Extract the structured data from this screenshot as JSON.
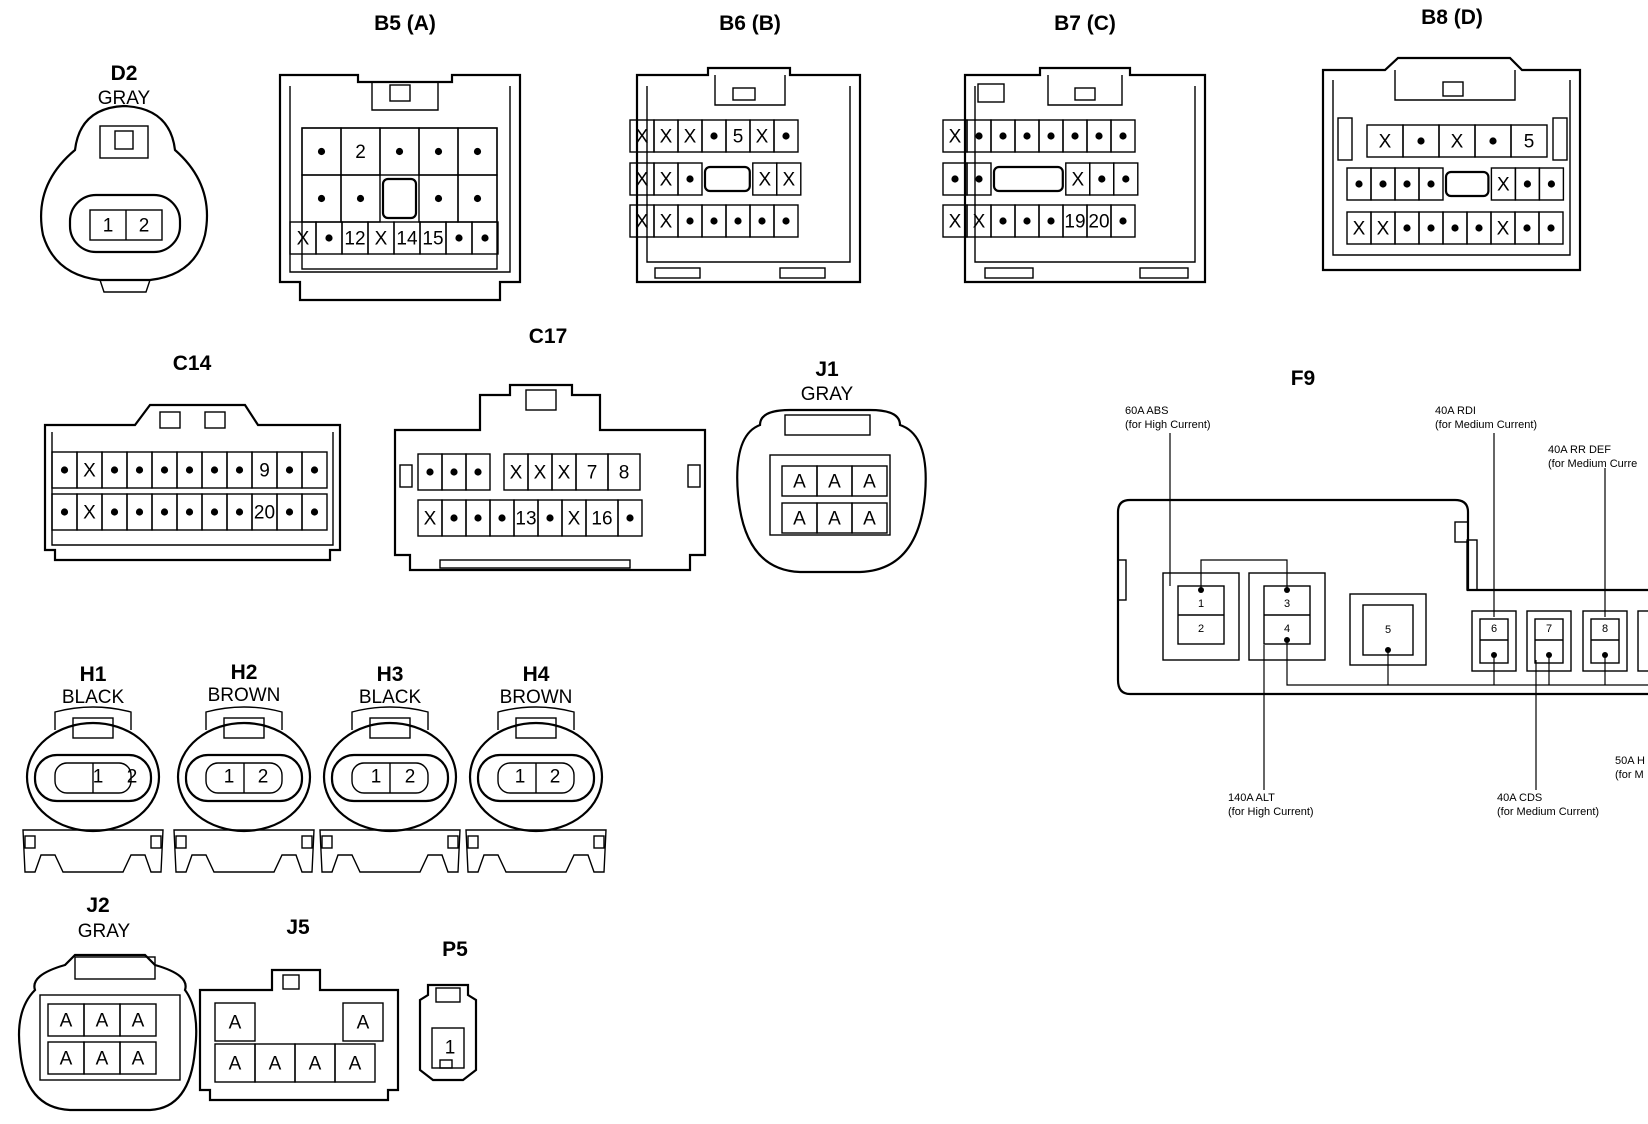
{
  "connectors": {
    "d2": {
      "title": "D2",
      "color": "GRAY",
      "pins": [
        "1",
        "2"
      ]
    },
    "b5": {
      "title": "B5 (A)",
      "rows": [
        [
          "•",
          "2",
          "•",
          "•",
          "•"
        ],
        [
          "•",
          "•",
          "",
          "•",
          "•"
        ],
        [
          "X",
          "•",
          "12",
          "X",
          "14",
          "15",
          "•",
          "•"
        ]
      ]
    },
    "b6": {
      "title": "B6 (B)",
      "rows": [
        [
          "X",
          "X",
          "X",
          "•",
          "5",
          "X",
          "•"
        ],
        [
          "X",
          "X",
          "•",
          "",
          "X",
          "X"
        ],
        [
          "X",
          "X",
          "•",
          "•",
          "•",
          "•",
          "•"
        ]
      ]
    },
    "b7": {
      "title": "B7 (C)",
      "rows": [
        [
          "X",
          "•",
          "•",
          "•",
          "•",
          "•",
          "•",
          "•"
        ],
        [
          "•",
          "•",
          "",
          "X",
          "•",
          "•"
        ],
        [
          "X",
          "X",
          "•",
          "•",
          "•",
          "19",
          "20",
          "•"
        ]
      ]
    },
    "b8": {
      "title": "B8 (D)",
      "rows": [
        [
          "X",
          "•",
          "X",
          "•",
          "5"
        ],
        [
          "•",
          "•",
          "•",
          "•",
          "",
          "X",
          "•",
          "•"
        ],
        [
          "X",
          "X",
          "•",
          "•",
          "•",
          "•",
          "X",
          "•",
          "•"
        ]
      ]
    },
    "c14": {
      "title": "C14",
      "rows": [
        [
          "•",
          "X",
          "•",
          "•",
          "•",
          "•",
          "•",
          "•",
          "9",
          "•",
          "•"
        ],
        [
          "•",
          "X",
          "•",
          "•",
          "•",
          "•",
          "•",
          "•",
          "20",
          "•",
          "•"
        ]
      ]
    },
    "c17": {
      "title": "C17",
      "rows": [
        [
          "•",
          "•",
          "•",
          "X",
          "X",
          "X",
          "7",
          "8"
        ],
        [
          "X",
          "•",
          "•",
          "•",
          "13",
          "•",
          "X",
          "16",
          "•"
        ]
      ]
    },
    "j1": {
      "title": "J1",
      "color": "GRAY",
      "rows": [
        [
          "A",
          "A",
          "A"
        ],
        [
          "A",
          "A",
          "A"
        ]
      ]
    },
    "h1": {
      "title": "H1",
      "color": "BLACK",
      "pins": [
        "1",
        "2"
      ]
    },
    "h2": {
      "title": "H2",
      "color": "BROWN",
      "pins": [
        "1",
        "2"
      ]
    },
    "h3": {
      "title": "H3",
      "color": "BLACK",
      "pins": [
        "1",
        "2"
      ]
    },
    "h4": {
      "title": "H4",
      "color": "BROWN",
      "pins": [
        "1",
        "2"
      ]
    },
    "j2": {
      "title": "J2",
      "color": "GRAY",
      "rows": [
        [
          "A",
          "A",
          "A"
        ],
        [
          "A",
          "A",
          "A"
        ]
      ]
    },
    "j5": {
      "title": "J5",
      "rows": [
        [
          "A",
          "A"
        ],
        [
          "A",
          "A",
          "A",
          "A"
        ]
      ]
    },
    "p5": {
      "title": "P5",
      "pins": [
        "1"
      ]
    }
  },
  "fusebox": {
    "title": "F9",
    "slots": [
      "1",
      "2",
      "3",
      "4",
      "5",
      "6",
      "7",
      "8"
    ],
    "labels": {
      "abs": {
        "name": "60A ABS",
        "note": "(for High Current)"
      },
      "rdi": {
        "name": "40A RDI",
        "note": "(for Medium Current)"
      },
      "rrdef": {
        "name": "40A RR DEF",
        "note": "(for Medium Curre"
      },
      "alt": {
        "name": "140A ALT",
        "note": "(for High Current)"
      },
      "cds": {
        "name": "40A CDS",
        "note": "(for Medium Current)"
      },
      "fifty": {
        "name": "50A H",
        "note": "(for M"
      }
    }
  }
}
